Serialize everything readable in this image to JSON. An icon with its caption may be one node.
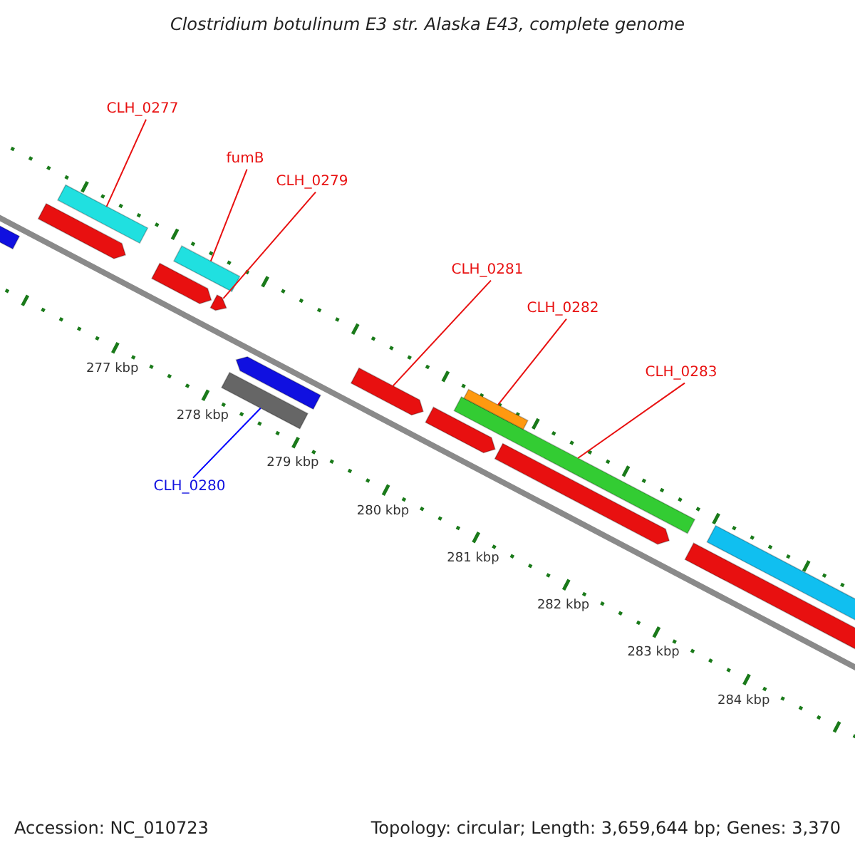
{
  "diagram": {
    "title": "Clostridium botulinum E3 str. Alaska E43, complete genome",
    "nodes": [
      {
        "text": [
          "CLH_0277"
        ]
      },
      {
        "text": [
          "fumB"
        ]
      },
      {
        "text": [
          "CLH_0279"
        ]
      },
      {
        "text": [
          "CLH_0280"
        ]
      },
      {
        "text": [
          "CLH_0281"
        ]
      },
      {
        "text": [
          "CLH_0282"
        ]
      },
      {
        "text": [
          "CLH_0283"
        ]
      },
      {
        "text": [],
        "shape": "bar"
      },
      {
        "text": [],
        "shape": "bar"
      },
      {
        "text": [],
        "shape": "bar"
      },
      {
        "text": [],
        "shape": "bar"
      },
      {
        "text": [],
        "shape": "bar"
      },
      {
        "text": [],
        "shape": "bar"
      },
      {
        "text": [],
        "shape": "bar"
      },
      {
        "text": [],
        "shape": "bar"
      },
      {
        "text": [],
        "shape": "bar"
      },
      {
        "text": [],
        "shape": "bar"
      },
      {
        "text": [],
        "shape": "bar"
      },
      {
        "text": [],
        "shape": "bar"
      },
      {
        "text": [],
        "shape": "bar"
      },
      {
        "text": [],
        "shape": "bar"
      },
      {
        "text": [],
        "shape": "bar"
      }
    ],
    "edges": [
      {
        "from": 0,
        "to": 9,
        "arrow": "none"
      },
      {
        "from": 1,
        "to": 11,
        "arrow": "none"
      },
      {
        "from": 2,
        "to": 12,
        "arrow": "none"
      },
      {
        "from": 3,
        "to": 14,
        "arrow": "none",
        "color": "#0000ff"
      },
      {
        "from": 4,
        "to": 15,
        "arrow": "none"
      },
      {
        "from": 5,
        "to": 18,
        "arrow": "none"
      },
      {
        "from": 6,
        "to": 17,
        "arrow": "none"
      }
    ],
    "labels": [
      "277 kbp",
      "278 kbp",
      "279 kbp",
      "280 kbp",
      "281 kbp",
      "282 kbp",
      "283 kbp",
      "284 kbp",
      "Accession: NC_010723",
      "Topology: circular; Length: 3,659,644 bp; Genes: 3,370"
    ]
  }
}
